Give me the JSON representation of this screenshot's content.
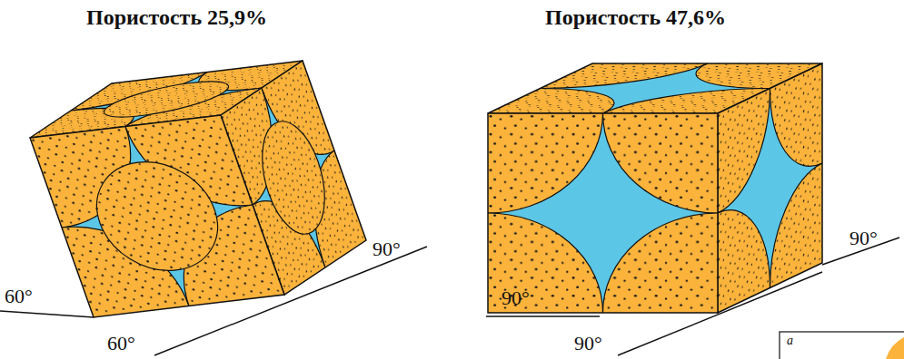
{
  "diagram": {
    "labels": [
      "Пористость 25,9%",
      "Пористость 47,6%",
      "60°",
      "60°",
      "90°",
      "90°",
      "90°",
      "90°",
      "а"
    ]
  }
}
